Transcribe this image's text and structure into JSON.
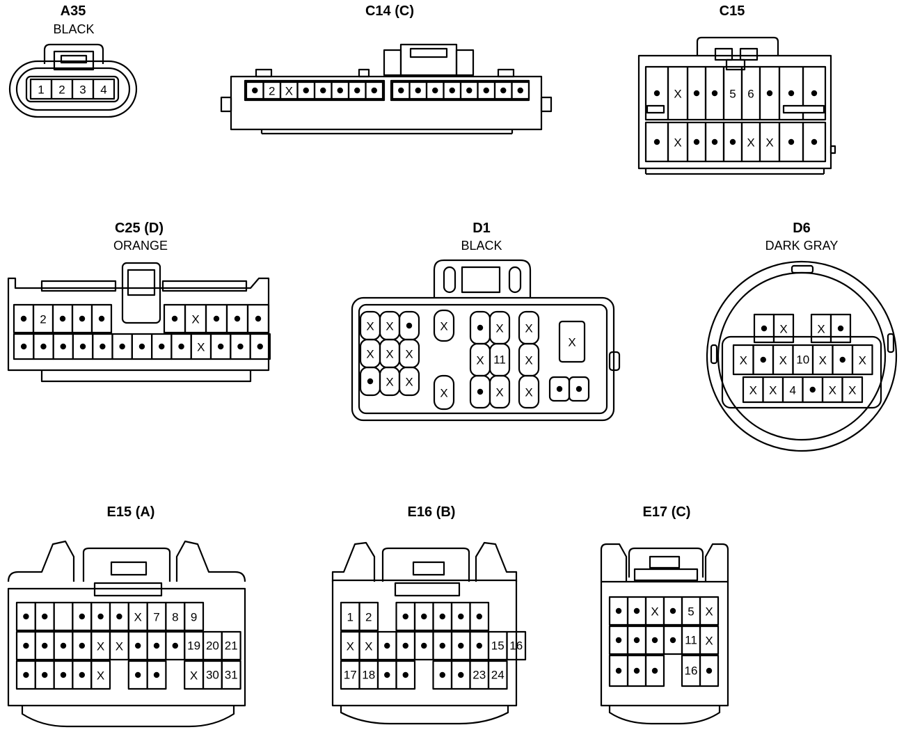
{
  "connectors": {
    "a35": {
      "title": "A35",
      "color": "BLACK",
      "pins": [
        "1",
        "2",
        "3",
        "4"
      ]
    },
    "c14": {
      "title": "C14 (C)",
      "left": [
        "•",
        "2",
        "X",
        "•",
        "•",
        "•",
        "•",
        "•"
      ],
      "right": [
        "•",
        "•",
        "•",
        "•",
        "•",
        "•",
        "•",
        "•"
      ]
    },
    "c15": {
      "title": "C15",
      "top": [
        "•",
        "X",
        "•",
        "•",
        "5",
        "6",
        "•",
        "•",
        "•"
      ],
      "bottom": [
        "•",
        "X",
        "•",
        "•",
        "•",
        "X",
        "X",
        "•",
        "•"
      ]
    },
    "c25": {
      "title": "C25 (D)",
      "color": "ORANGE",
      "top": [
        "•",
        "2",
        "•",
        "•",
        "•",
        "•",
        "X",
        "•",
        "•",
        "•"
      ],
      "bottom": [
        "•",
        "•",
        "•",
        "•",
        "•",
        "•",
        "•",
        "•",
        "•",
        "X",
        "•",
        "•",
        "•"
      ]
    },
    "d1": {
      "title": "D1",
      "color": "BLACK",
      "left": [
        "X",
        "X",
        "•",
        "X",
        "X",
        "X",
        "•",
        "X",
        "X"
      ],
      "small_top": "X",
      "small_bottom": "X",
      "mid": [
        "•",
        "X",
        "X",
        "11",
        "•",
        "X"
      ],
      "col3": [
        "X",
        "X",
        "X"
      ],
      "box": "X",
      "pair": [
        "•",
        "•"
      ]
    },
    "d6": {
      "title": "D6",
      "color": "DARK GRAY",
      "top_left": [
        "•",
        "X"
      ],
      "top_right": [
        "X",
        "•"
      ],
      "mid": [
        "X",
        "•",
        "X",
        "10",
        "X",
        "•",
        "X"
      ],
      "bottom": [
        "X",
        "X",
        "4",
        "•",
        "X",
        "X"
      ]
    },
    "e15": {
      "title": "E15 (A)",
      "row1": [
        "•",
        "•",
        "•",
        "•",
        "•",
        "X",
        "7",
        "8",
        "9"
      ],
      "row2": [
        "•",
        "•",
        "•",
        "•",
        "X",
        "X",
        "•",
        "•",
        "•",
        "19",
        "20",
        "21"
      ],
      "row3": [
        "•",
        "•",
        "•",
        "•",
        "X",
        "•",
        "•",
        "X",
        "30",
        "31"
      ]
    },
    "e16": {
      "title": "E16 (B)",
      "row1": [
        "1",
        "2",
        "•",
        "•",
        "•",
        "•",
        "•"
      ],
      "row2": [
        "X",
        "X",
        "•",
        "•",
        "•",
        "•",
        "•",
        "•",
        "15",
        "16"
      ],
      "row3": [
        "17",
        "18",
        "•",
        "•",
        "•",
        "•",
        "23",
        "24"
      ]
    },
    "e17": {
      "title": "E17 (C)",
      "row1": [
        "•",
        "•",
        "X",
        "•",
        "5",
        "X"
      ],
      "row2": [
        "•",
        "•",
        "•",
        "•",
        "11",
        "X"
      ],
      "row3": [
        "•",
        "•",
        "•",
        "16",
        "•"
      ]
    }
  }
}
